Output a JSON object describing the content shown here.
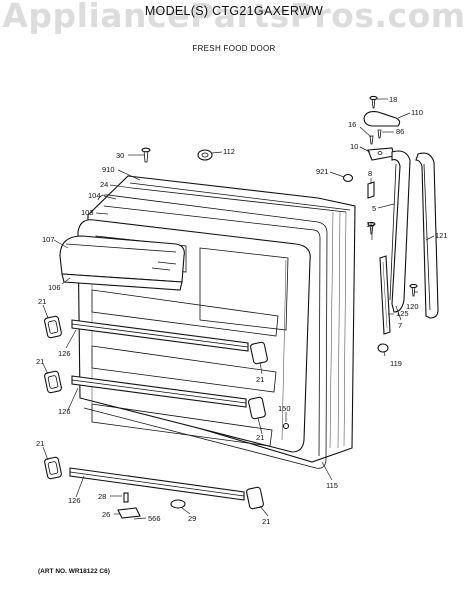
{
  "header": {
    "watermark": "AppliancePartsPros.com",
    "model": "MODEL(S) CTG21GAXERWW",
    "section": "FRESH FOOD DOOR"
  },
  "footer": {
    "art_no": "(ART NO. WR18122 C6)"
  },
  "labels": {
    "l18": "18",
    "l110": "110",
    "l16a": "16",
    "l86": "86",
    "l10": "10",
    "l30": "30",
    "l112": "112",
    "l910": "910",
    "l921": "921",
    "l24": "24",
    "l8": "8",
    "l104": "104",
    "l5": "5",
    "l103": "103",
    "l16b": "16",
    "l121": "121",
    "l107": "107",
    "l106": "106",
    "l120": "120",
    "l21a": "21",
    "l125": "125",
    "l7": "7",
    "l126a": "126",
    "l21b": "21",
    "l119": "119",
    "l21c": "21",
    "l126b": "126",
    "l150": "150",
    "l21d": "21",
    "l21e": "21",
    "l115": "115",
    "l28": "28",
    "l126c": "126",
    "l26": "26",
    "l566": "566",
    "l29": "29",
    "l21f": "21"
  }
}
